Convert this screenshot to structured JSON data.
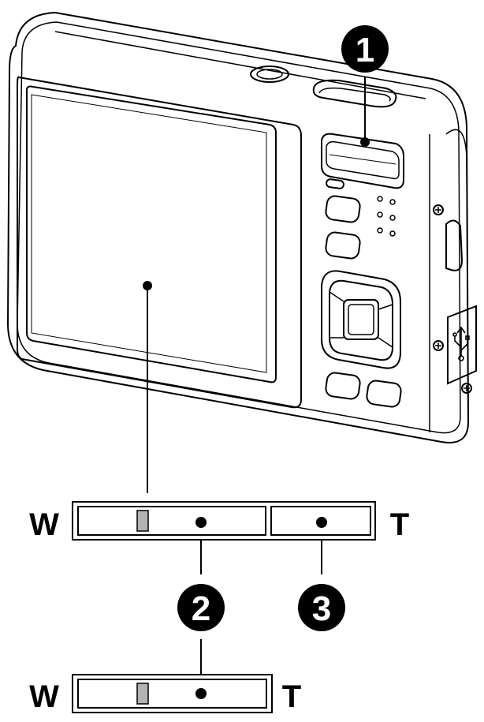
{
  "callouts": [
    {
      "id": "callout-1",
      "number": "1"
    },
    {
      "id": "callout-2",
      "number": "2"
    },
    {
      "id": "callout-3",
      "number": "3"
    }
  ],
  "zoom_bar_full": {
    "wide_label": "W",
    "tele_label": "T",
    "indicator_color": "#b3b3b3"
  },
  "zoom_bar_optical": {
    "wide_label": "W",
    "tele_label": "T",
    "indicator_color": "#b3b3b3"
  },
  "colors": {
    "line": "#000000",
    "background": "#ffffff"
  }
}
